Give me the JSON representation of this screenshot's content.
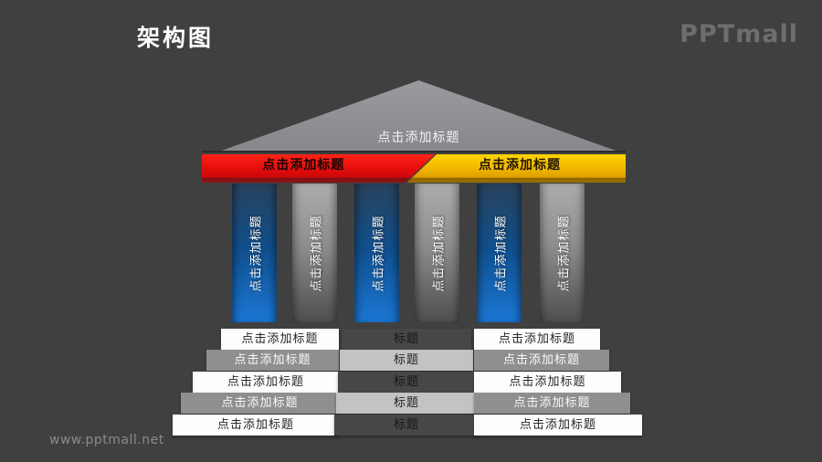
{
  "page": {
    "title": "架构图",
    "brand": "PPTmall",
    "watermark": "www.pptmall.net"
  },
  "colors": {
    "background": "#404040",
    "roof_gray": "#8e8e93",
    "beam_red": "#e60d0d",
    "beam_yellow": "#f2b700",
    "pillar_blue": "#1b77d4",
    "pillar_gray": "#8d8d8d",
    "step_white": "#fdfdfd",
    "step_gray": "#8f8f8f",
    "step_center_dark": "#474747",
    "step_center_light": "#c3c3c3"
  },
  "diagram": {
    "roof": {
      "label": "点击添加标题"
    },
    "beam": {
      "left": {
        "label": "点击添加标题",
        "color": "#e60d0d"
      },
      "right": {
        "label": "点击添加标题",
        "color": "#f2b700"
      }
    },
    "columns": [
      {
        "label": "点击添加标题",
        "variant": "blue"
      },
      {
        "label": "点击添加标题",
        "variant": "gray"
      },
      {
        "label": "点击添加标题",
        "variant": "blue"
      },
      {
        "label": "点击添加标题",
        "variant": "gray"
      },
      {
        "label": "点击添加标题",
        "variant": "blue"
      },
      {
        "label": "点击添加标题",
        "variant": "gray"
      }
    ],
    "steps": [
      {
        "left": "点击添加标题",
        "center": "标题",
        "right": "点击添加标题",
        "variant": "light"
      },
      {
        "left": "点击添加标题",
        "center": "标题",
        "right": "点击添加标题",
        "variant": "dark"
      },
      {
        "left": "点击添加标题",
        "center": "标题",
        "right": "点击添加标题",
        "variant": "light"
      },
      {
        "left": "点击添加标题",
        "center": "标题",
        "right": "点击添加标题",
        "variant": "dark"
      },
      {
        "left": "点击添加标题",
        "center": "标题",
        "right": "点击添加标题",
        "variant": "light"
      }
    ]
  }
}
